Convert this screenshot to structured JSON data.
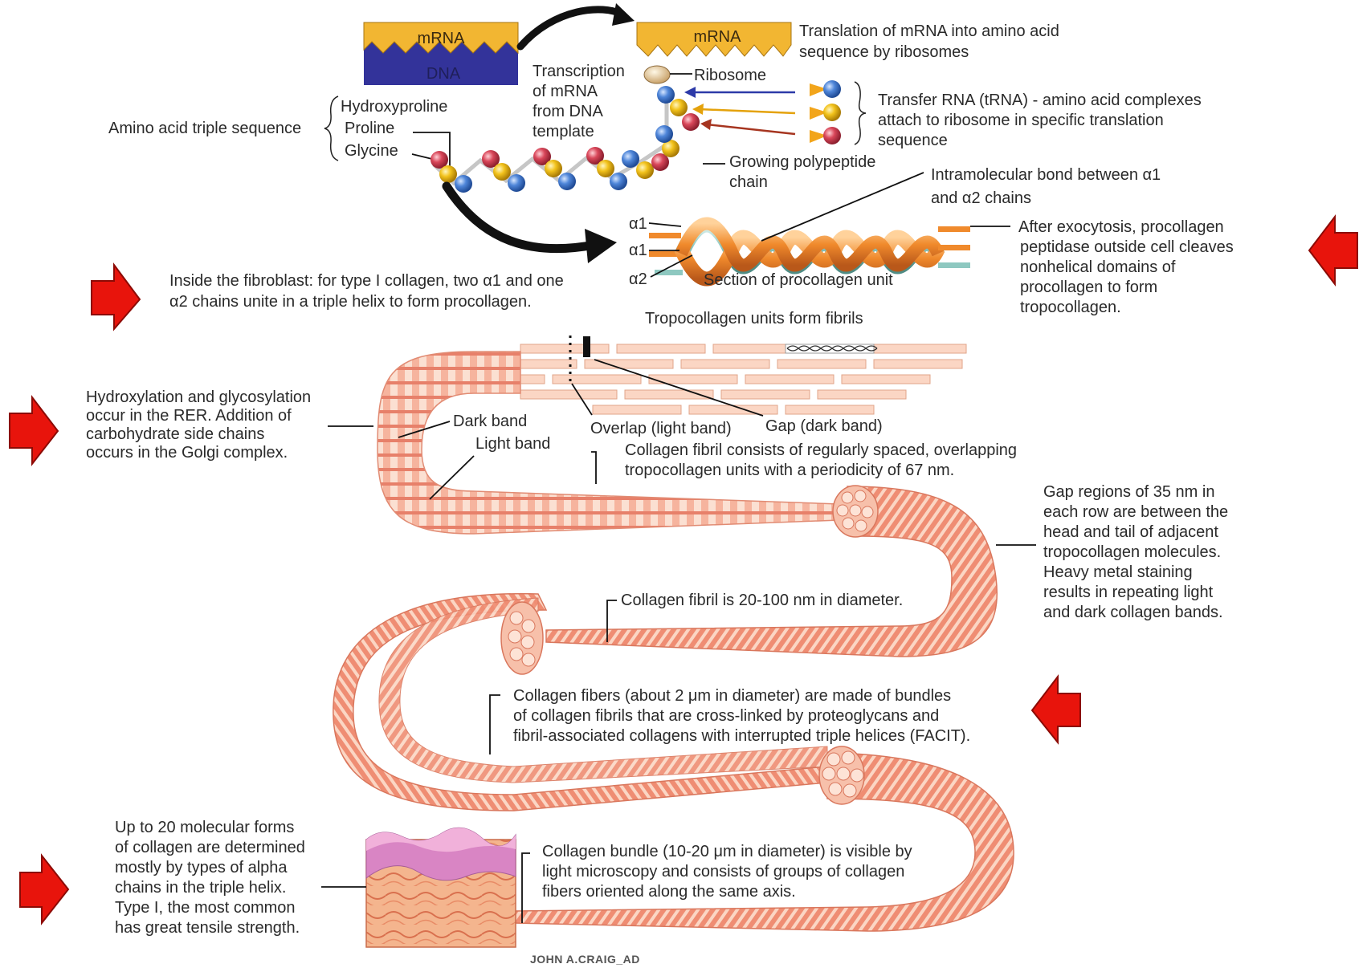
{
  "boxes": {
    "left_mrna": "mRNA",
    "left_dna": "DNA",
    "right_mrna": "mRNA"
  },
  "labels": {
    "translation": [
      "Translation of mRNA into amino acid",
      "sequence  by ribosomes"
    ],
    "transcription": [
      "Transcription",
      "of mRNA",
      "from DNA",
      "template"
    ],
    "ribosome": "Ribosome",
    "trna": [
      "Transfer RNA (tRNA) - amino acid complexes",
      "attach to ribosome in specific translation",
      "sequence"
    ],
    "amino_acid_triple": "Amino acid triple sequence",
    "hydroxyproline": "Hydroxyproline",
    "proline": "Proline",
    "glycine": "Glycine",
    "growing_chain": [
      "Growing polypeptide",
      "chain"
    ],
    "intramolecular": [
      "Intramolecular bond between α1",
      "and α2 chains"
    ],
    "alpha1_a": "α1",
    "alpha1_b": "α1",
    "alpha2": "α2",
    "procollagen_section": "Section of procollagen unit",
    "exocytosis": [
      "After exocytosis, procollagen",
      "peptidase outside cell cleaves",
      "nonhelical domains of",
      "procollagen to form",
      "tropocollagen."
    ],
    "fibroblast": [
      "Inside the fibroblast: for type I collagen, two α1 and one",
      "α2 chains unite in a triple helix to form procollagen."
    ],
    "tropocollagen_fibrils": "Tropocollagen units form fibrils",
    "hydroxylation": [
      "Hydroxylation and glycosylation",
      "occur in the RER. Addition of",
      "carbohydrate side chains",
      "occurs in the Golgi complex."
    ],
    "dark_band": "Dark band",
    "light_band": "Light band",
    "overlap": "Overlap (light band)",
    "gap": "Gap (dark band)",
    "fibril_periodicity": [
      "Collagen fibril consists of regularly spaced, overlapping",
      "tropocollagen units with a periodicity of 67 nm."
    ],
    "gap_regions": [
      "Gap regions of 35 nm in",
      "each row are between the",
      "head and tail of adjacent",
      "tropocollagen molecules.",
      "Heavy metal staining",
      "results in repeating light",
      "and dark collagen bands."
    ],
    "fibril_diameter": "Collagen fibril is 20-100 nm in diameter.",
    "fibers": [
      "Collagen fibers (about 2 μm in diameter) are made of  bundles",
      "of collagen fibrils that are cross-linked by proteoglycans and",
      "fibril-associated collagens with interrupted triple helices (FACIT)."
    ],
    "forms": [
      "Up to 20 molecular forms",
      "of collagen are determined",
      "mostly by types of alpha",
      "chains in the triple helix.",
      "Type I, the most common",
      "has great tensile strength."
    ],
    "bundle": [
      "Collagen bundle (10-20 μm in diameter) is visible by",
      "light microscopy and consists of groups of collagen",
      "fibers oriented along the same axis."
    ],
    "signature": "JOHN A.CRAIG_AD"
  },
  "colors": {
    "mrna_gold": "#f2b632",
    "dna_blue": "#33339a",
    "collagen_salmon": "#ef8d73",
    "collagen_light": "#fbd6c4",
    "arrow_red": "#e8140c",
    "bead_red": "#d9475a",
    "bead_yellow": "#f2c21b",
    "bead_blue": "#4f86d9",
    "helix_orange": "#f08a2c",
    "helix_teal": "#8ec8c0"
  },
  "icons": [
    "red-arrow-icon",
    "curved-black-arrow-icon",
    "ribosome-icon",
    "trna-icon"
  ]
}
